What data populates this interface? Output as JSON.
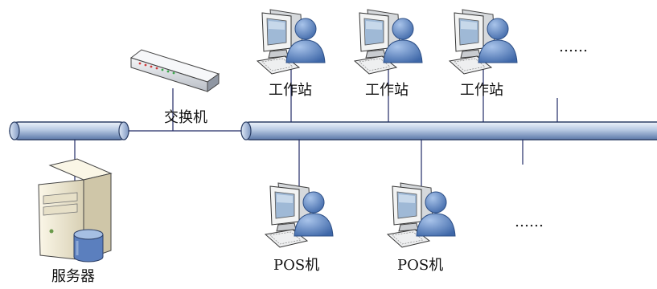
{
  "diagram": {
    "switch_label": "交换机",
    "server_label": "服务器",
    "workstations": [
      {
        "label": "工作站"
      },
      {
        "label": "工作站"
      },
      {
        "label": "工作站"
      }
    ],
    "workstation_more": "……",
    "pos_terminals": [
      {
        "label": "POS机"
      },
      {
        "label": "POS机"
      }
    ],
    "pos_more": "……"
  },
  "colors": {
    "bus_light": "#c9d7ea",
    "bus_dark": "#6a86b4",
    "bus_outline": "#2c3f66",
    "line": "#222a66",
    "person": "#5b85c2",
    "monitor": "#eceeee",
    "screen": "#a9c2dd"
  }
}
